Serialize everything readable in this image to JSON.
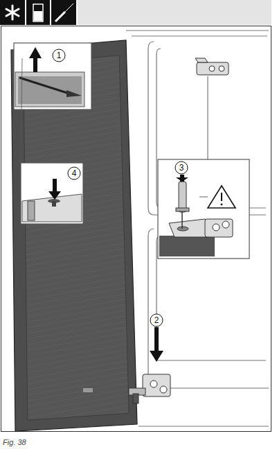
{
  "diagram": {
    "caption": "Fig. 38",
    "labels": [
      "1",
      "3",
      "4",
      "2"
    ]
  }
}
